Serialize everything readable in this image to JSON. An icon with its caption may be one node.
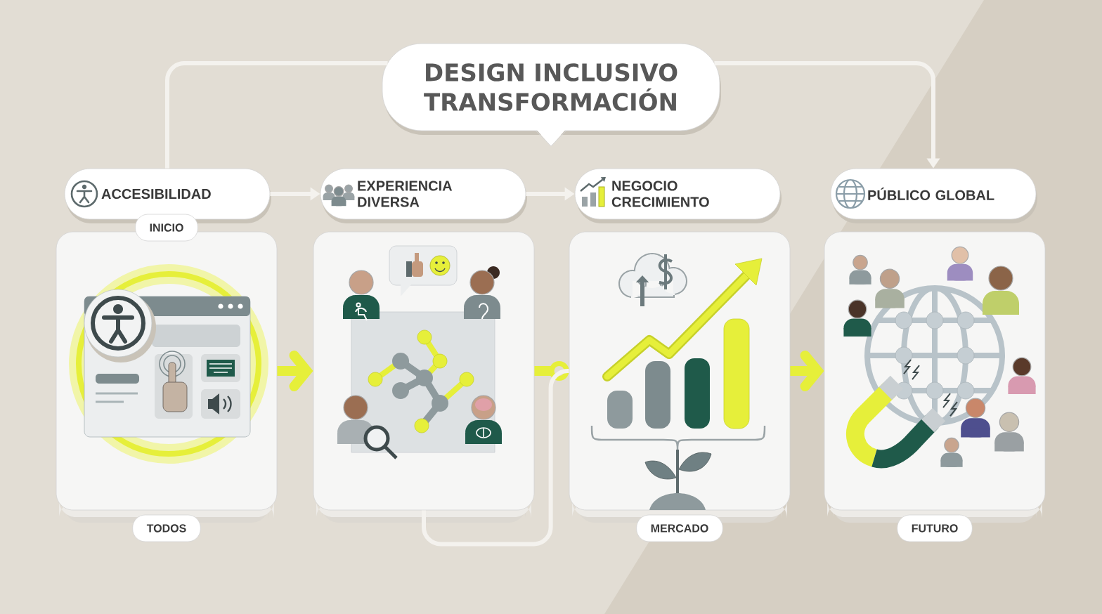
{
  "diagram": {
    "nodes": [
      {
        "text": [
          "DESIGN INCLUSIVO TRANSFORMACIÓN"
        ]
      },
      {
        "text": [
          "ACCESIBILIDAD"
        ]
      },
      {
        "text": [
          "EXPERIENCIA DIVERSA"
        ]
      },
      {
        "text": [
          "NEGOCIO CRECIMIENTO"
        ]
      },
      {
        "text": [
          "PÚBLICO GLOBAL"
        ]
      },
      {
        "text": [
          "INICIO",
          "TODOS"
        ]
      },
      {
        "text": [],
        "shape": "box"
      },
      {
        "text": [
          "MERCADO"
        ]
      },
      {
        "text": [
          "FUTURO"
        ]
      }
    ],
    "edges": [
      {
        "from": 0,
        "to": 1,
        "arrow": "none"
      },
      {
        "from": 0,
        "to": 4,
        "arrow": "to"
      },
      {
        "from": 1,
        "to": 2,
        "arrow": "to"
      },
      {
        "from": 2,
        "to": 3,
        "arrow": "to"
      },
      {
        "from": 5,
        "to": 6,
        "arrow": "to",
        "style": "thick",
        "color": "#e6ef3a"
      },
      {
        "from": 6,
        "to": 7,
        "arrow": "other",
        "style": "thick",
        "color": "#e6ef3a"
      },
      {
        "from": 6,
        "to": 7,
        "arrow": "none"
      },
      {
        "from": 7,
        "to": 8,
        "arrow": "to",
        "style": "thick",
        "color": "#e6ef3a"
      }
    ]
  }
}
